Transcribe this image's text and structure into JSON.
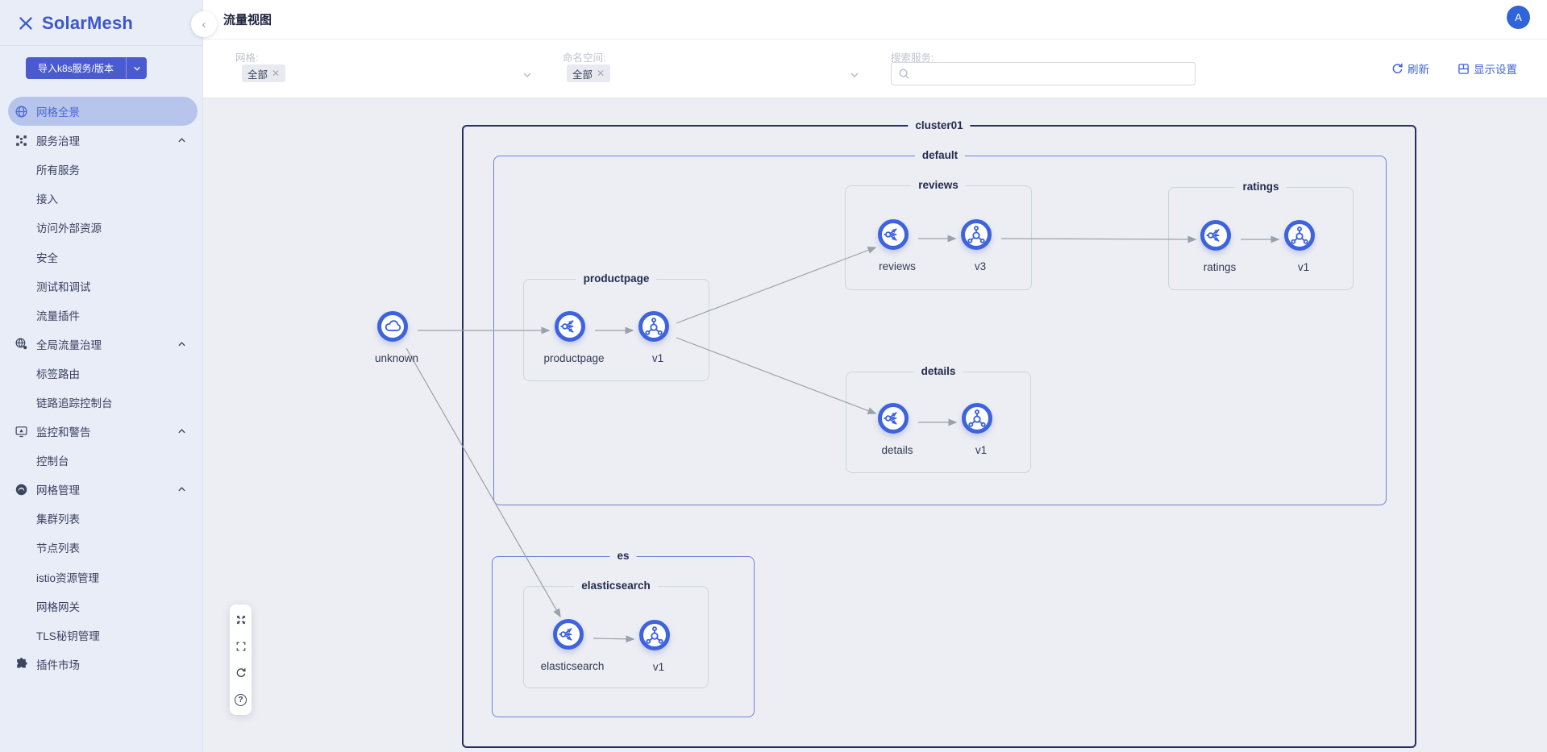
{
  "app": {
    "name": "SolarMesh"
  },
  "sidebar": {
    "import_button": {
      "label": "导入k8s服务/版本"
    },
    "items": [
      {
        "label": "网格全景"
      },
      {
        "label": "服务治理"
      },
      {
        "label": "所有服务"
      },
      {
        "label": "接入"
      },
      {
        "label": "访问外部资源"
      },
      {
        "label": "安全"
      },
      {
        "label": "测试和调试"
      },
      {
        "label": "流量插件"
      },
      {
        "label": "全局流量治理"
      },
      {
        "label": "标签路由"
      },
      {
        "label": "链路追踪控制台"
      },
      {
        "label": "监控和警告"
      },
      {
        "label": "控制台"
      },
      {
        "label": "网格管理"
      },
      {
        "label": "集群列表"
      },
      {
        "label": "节点列表"
      },
      {
        "label": "istio资源管理"
      },
      {
        "label": "网格网关"
      },
      {
        "label": "TLS秘钥管理"
      },
      {
        "label": "插件市场"
      }
    ]
  },
  "header": {
    "title": "流量视图",
    "avatar": "A"
  },
  "filters": {
    "mesh": {
      "label": "网格:",
      "value": "全部"
    },
    "namespace": {
      "label": "命名空间:",
      "value": "全部"
    },
    "search": {
      "label": "搜索服务:",
      "value": "",
      "placeholder": ""
    },
    "refresh_label": "刷新",
    "display_settings_label": "显示设置"
  },
  "graph": {
    "cluster": "cluster01",
    "ns_default": "default",
    "ns_es": "es",
    "group_productpage": "productpage",
    "group_reviews": "reviews",
    "group_ratings": "ratings",
    "group_details": "details",
    "group_elasticsearch": "elasticsearch",
    "nodes": {
      "unknown": "unknown",
      "productpage": "productpage",
      "productpage_v1": "v1",
      "reviews": "reviews",
      "reviews_v3": "v3",
      "ratings": "ratings",
      "ratings_v1": "v1",
      "details": "details",
      "details_v1": "v1",
      "elasticsearch": "elasticsearch",
      "elasticsearch_v1": "v1"
    }
  },
  "colors": {
    "accent": "#3f62d9",
    "primary_button": "#4a5bd0",
    "sidebar_active_bg": "#b7c4ec",
    "node_ring": "#3e63de",
    "cluster_border": "#27305c",
    "namespace_border": "#7280d8",
    "group_border": "#c9d7d7",
    "edge": "#9aa1aa",
    "avatar_bg": "#2f64da"
  }
}
